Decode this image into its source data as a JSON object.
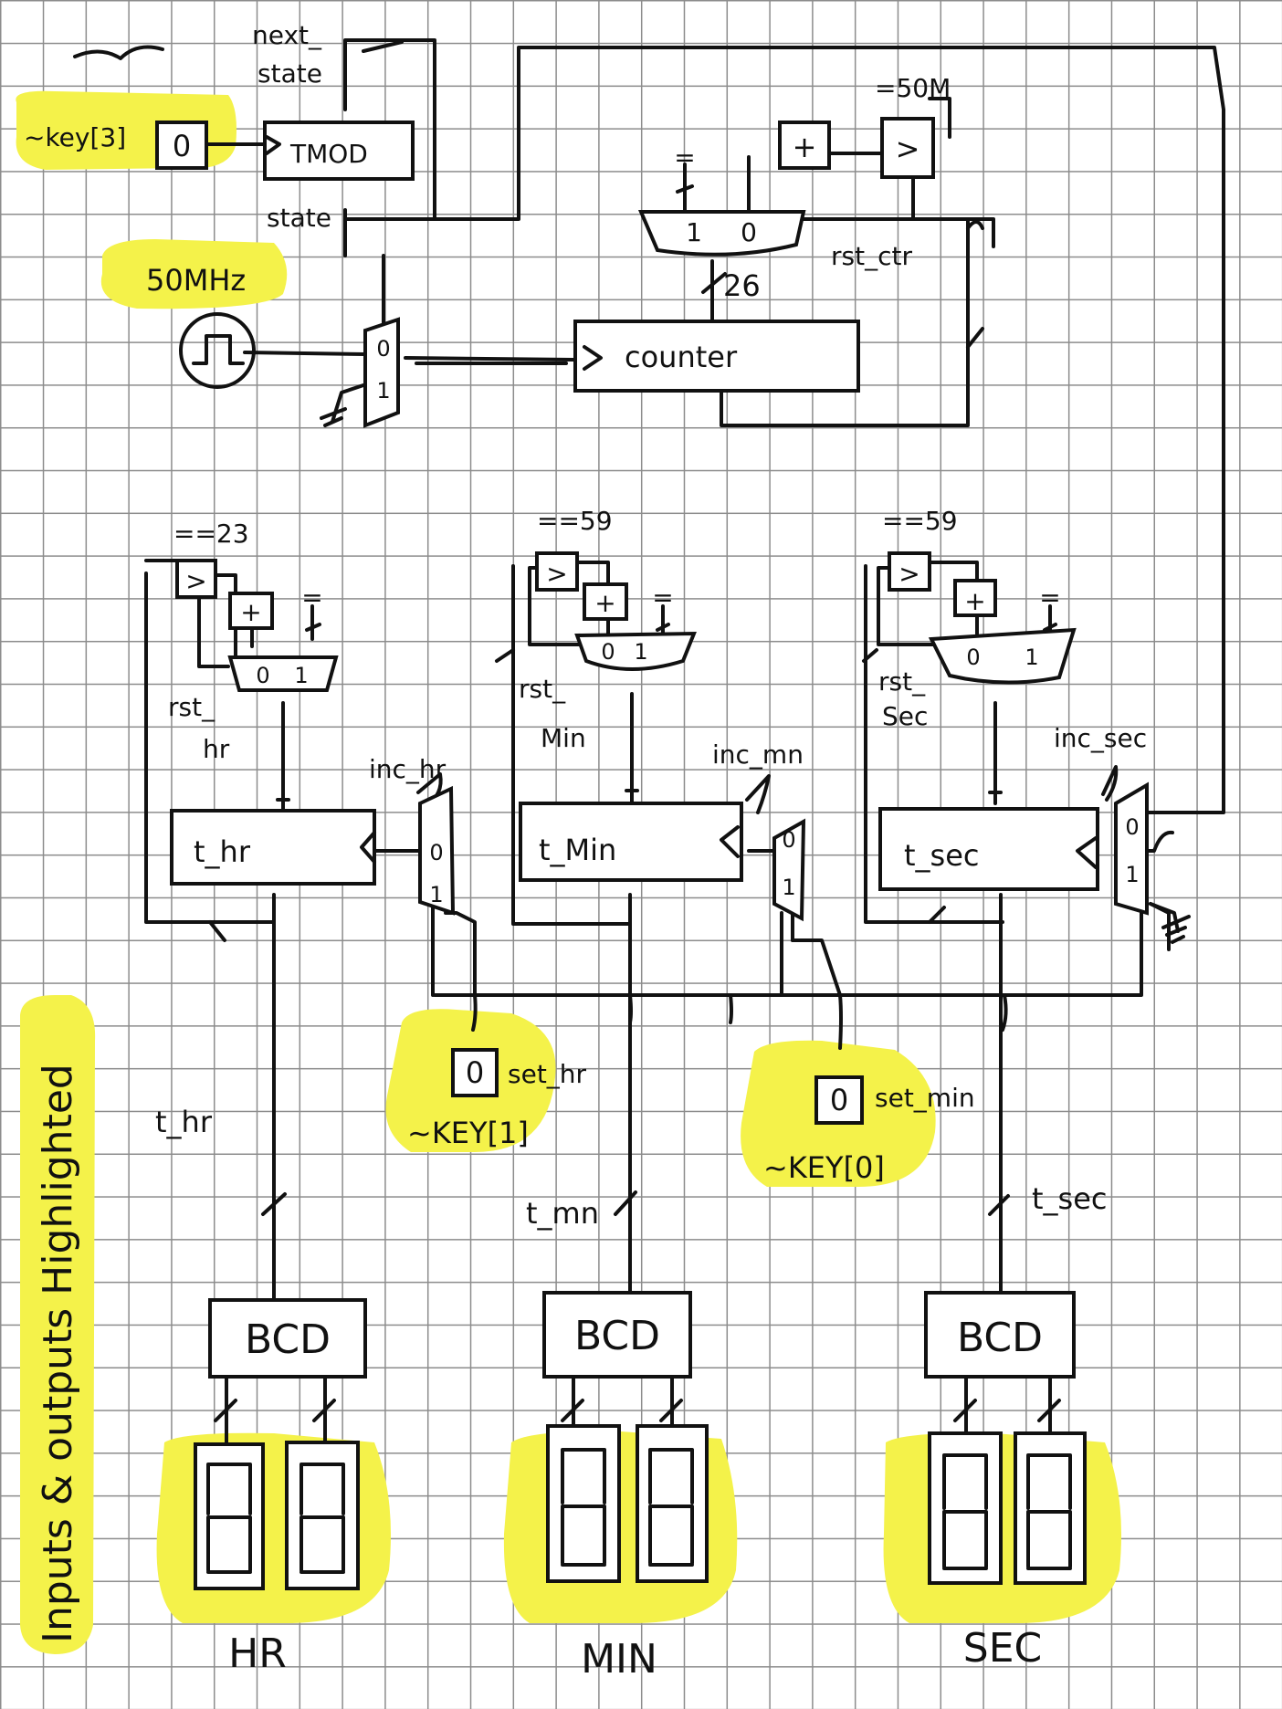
{
  "colors": {
    "ink": "#111111",
    "highlight": "#f4f24a",
    "grid": "#8c8c8c"
  },
  "labels": {
    "side_note": "Inputs & outputs Highlighted",
    "key3": "~key[3]",
    "btn_zero": "0",
    "tmod": "TMOD",
    "next_state": "next_\nstate",
    "state": "state",
    "clk": "50MHz",
    "eq50m": "=50M",
    "plus": "+",
    "gt": ">",
    "eq_small": "=",
    "mux_one": "1",
    "mux_zero": "0",
    "rst_ctr": "rst_ctr",
    "bus26": "26",
    "counter": "counter",
    "eq23": "==23",
    "eq59_min": "==59",
    "eq59_sec": "==59",
    "rst_hr_1": "rst_",
    "rst_hr_2": "hr",
    "rst_min_1": "rst_",
    "rst_min_2": "Min",
    "rst_sec_1": "rst_",
    "rst_sec_2": "Sec",
    "inc_hr": "inc_hr",
    "inc_mn": "inc_mn",
    "inc_sec": "inc_sec",
    "t_hr": "t_hr",
    "t_min": "t_Min",
    "t_sec": "t_sec",
    "set_hr": "set_hr",
    "set_min": "set_min",
    "key1": "~KEY[1]",
    "key0": "~KEY[0]",
    "bus_t_hr": "t_hr",
    "bus_t_mn": "t_mn",
    "bus_t_sec": "t_sec",
    "bcd": "BCD",
    "hr": "HR",
    "min": "MIN",
    "sec": "SEC"
  },
  "icons": [
    "clock-source-icon",
    "push-button-icon",
    "seven-segment-icon",
    "multiplexer-icon",
    "ground-icon"
  ]
}
